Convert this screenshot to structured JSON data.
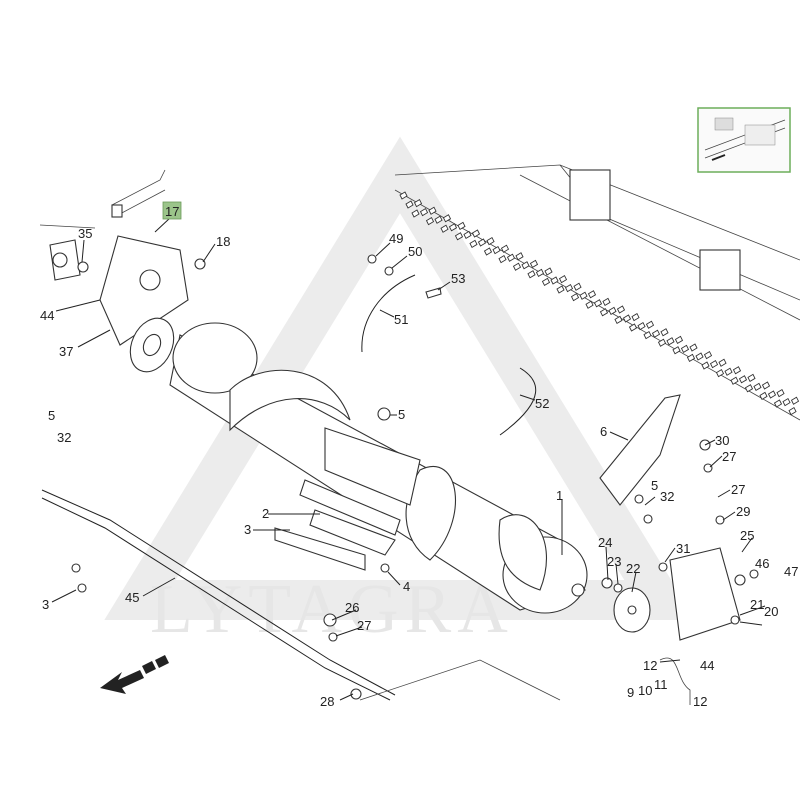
{
  "watermark": "LYTAGRA",
  "thumbnail": {
    "icon": "overview-thumbnail-icon"
  },
  "direction_arrow": {
    "icon": "travel-direction-arrow-icon"
  },
  "callouts": {
    "c1": "1",
    "c2": "2",
    "c3a": "3",
    "c3b": "3",
    "c4": "4",
    "c5a": "5",
    "c5b": "5",
    "c5c": "5",
    "c6": "6",
    "c9": "9",
    "c10": "10",
    "c11": "11",
    "c12a": "12",
    "c12b": "12",
    "c17": "17",
    "c18": "18",
    "c20": "20",
    "c21": "21",
    "c22": "22",
    "c23": "23",
    "c24": "24",
    "c25": "25",
    "c26": "26",
    "c27a": "27",
    "c27b": "27",
    "c27c": "27",
    "c28": "28",
    "c29": "29",
    "c30": "30",
    "c31": "31",
    "c32a": "32",
    "c32b": "32",
    "c35": "35",
    "c37": "37",
    "c44a": "44",
    "c44b": "44",
    "c45": "45",
    "c46": "46",
    "c47": "47",
    "c49": "49",
    "c50": "50",
    "c51": "51",
    "c52": "52",
    "c53": "53"
  },
  "highlight_color": "#9bc48a"
}
